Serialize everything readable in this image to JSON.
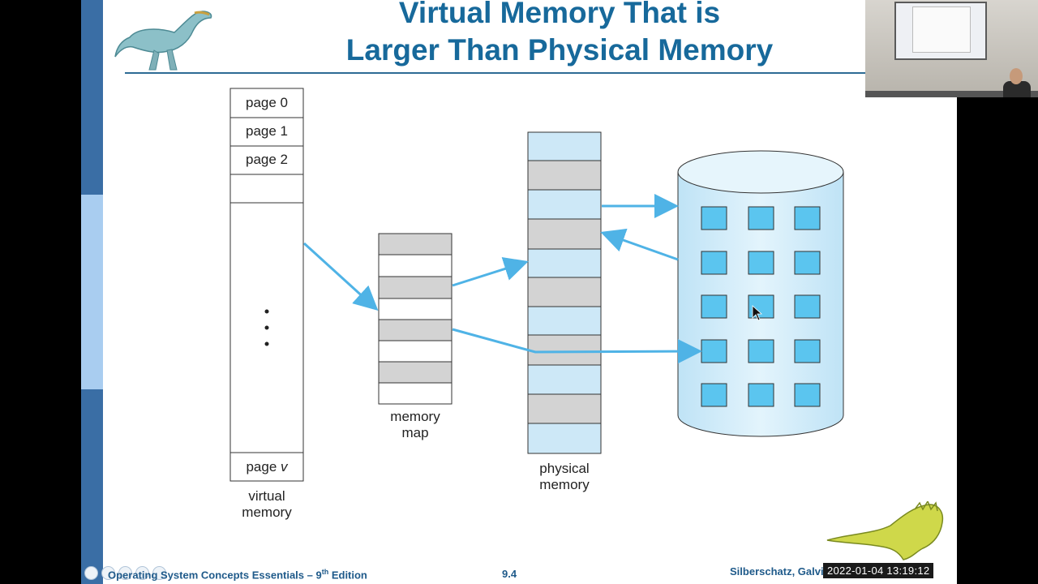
{
  "slide": {
    "title_line1": "Virtual Memory That is",
    "title_line2": "Larger Than Physical Memory"
  },
  "virtual_memory": {
    "pages": [
      "page 0",
      "page 1",
      "page 2"
    ],
    "last_page_prefix": "page ",
    "last_page_var": "v",
    "ellipsis": "•\n•\n•",
    "label_line1": "virtual",
    "label_line2": "memory"
  },
  "memory_map": {
    "label_line1": "memory",
    "label_line2": "map"
  },
  "physical_memory": {
    "label_line1": "physical",
    "label_line2": "memory"
  },
  "footer": {
    "book_title": "Operating System Concepts Essentials – 9",
    "edition_sup": "th",
    "edition_suffix": " Edition",
    "page_number": "9.4",
    "authors": "Silberschatz, Galvin and Gagne ©"
  },
  "overlay": {
    "timestamp": "2022-01-04  13:19:12"
  },
  "colors": {
    "title": "#17699b",
    "frame_light_blue": "#cde8f7",
    "frame_gray": "#d3d3d3",
    "disk_block": "#5bc5ef",
    "arrow": "#4fb3e6"
  }
}
